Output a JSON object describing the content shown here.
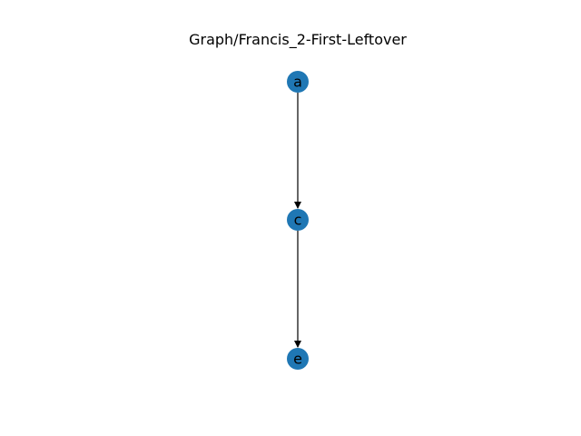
{
  "title": "Graph/Francis_2-First-Leftover",
  "node_color": "#1f77b4",
  "edge_color": "#000000",
  "label_color": "#000000",
  "nodes": [
    {
      "id": "a",
      "label": "a"
    },
    {
      "id": "c",
      "label": "c"
    },
    {
      "id": "e",
      "label": "e"
    }
  ],
  "edges": [
    {
      "from": "a",
      "to": "c",
      "directed": true
    },
    {
      "from": "c",
      "to": "e",
      "directed": true
    }
  ]
}
